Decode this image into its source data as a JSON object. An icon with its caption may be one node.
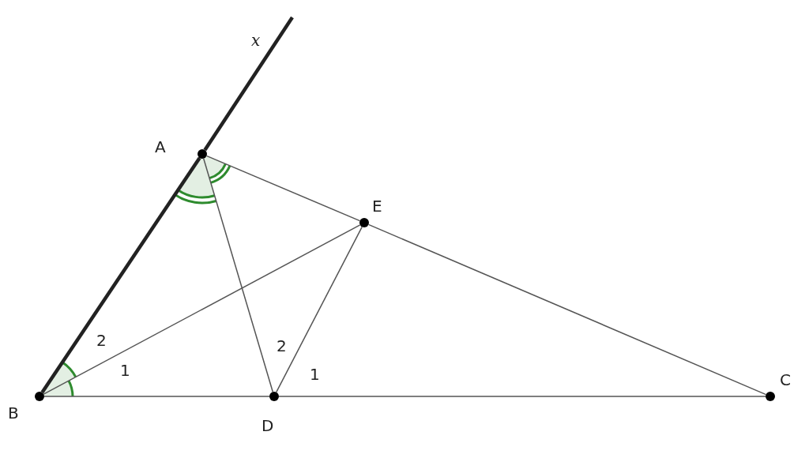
{
  "diagram": {
    "nodes": [
      {
        "text": [
          "A"
        ]
      },
      {
        "text": [
          "E"
        ]
      },
      {
        "text": [
          "B"
        ]
      },
      {
        "text": [
          "D"
        ]
      },
      {
        "text": [
          "C"
        ]
      }
    ],
    "edges": [
      {
        "from": 2,
        "to": 0,
        "arrow": "none",
        "style": "thick"
      },
      {
        "from": 0,
        "to": null,
        "arrow": "none",
        "style": "thick"
      },
      {
        "from": 0,
        "to": 1,
        "arrow": "none"
      },
      {
        "from": 1,
        "to": 4,
        "arrow": "none"
      },
      {
        "from": 2,
        "to": 3,
        "arrow": "none"
      },
      {
        "from": 3,
        "to": 4,
        "arrow": "none"
      },
      {
        "from": 0,
        "to": 3,
        "arrow": "none"
      },
      {
        "from": 2,
        "to": 1,
        "arrow": "none"
      },
      {
        "from": 3,
        "to": 1,
        "arrow": "none"
      }
    ],
    "labels": [
      "x",
      "2",
      "2",
      "1",
      "1"
    ]
  }
}
